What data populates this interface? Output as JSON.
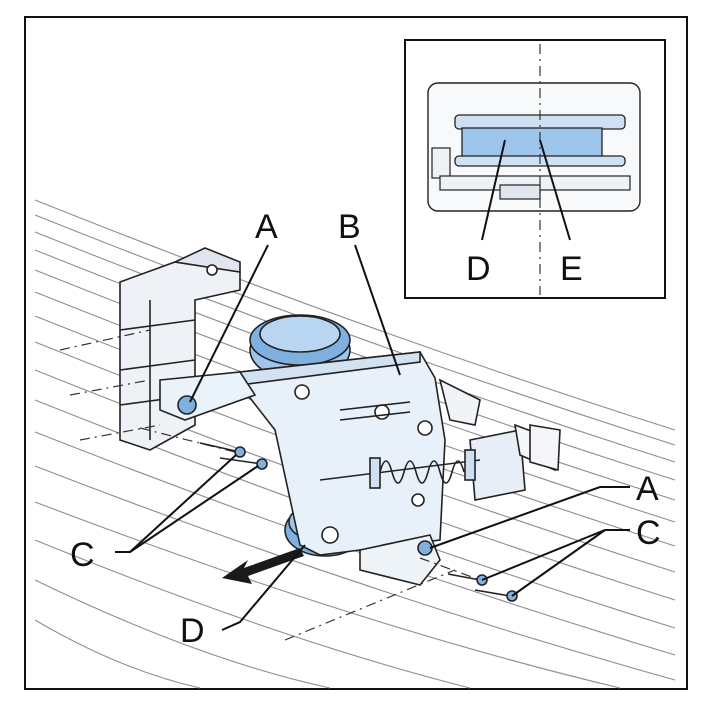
{
  "callouts": {
    "a_top": "A",
    "b_top": "B",
    "a_right": "A",
    "c_left": "C",
    "c_right": "C",
    "d_bottom": "D",
    "d_inset": "D",
    "e_inset": "E"
  },
  "icons": {
    "direction_arrow": "arrow-down-left-icon",
    "pulley": "pulley-wheel-icon",
    "spring": "compression-spring-icon"
  },
  "colors": {
    "frame": "#111111",
    "part_fill": "#e8f1fa",
    "highlight_blue": "#9ec5ec",
    "wheel_blue": "#7fb0e0",
    "arrow": "#1a1a1a"
  }
}
